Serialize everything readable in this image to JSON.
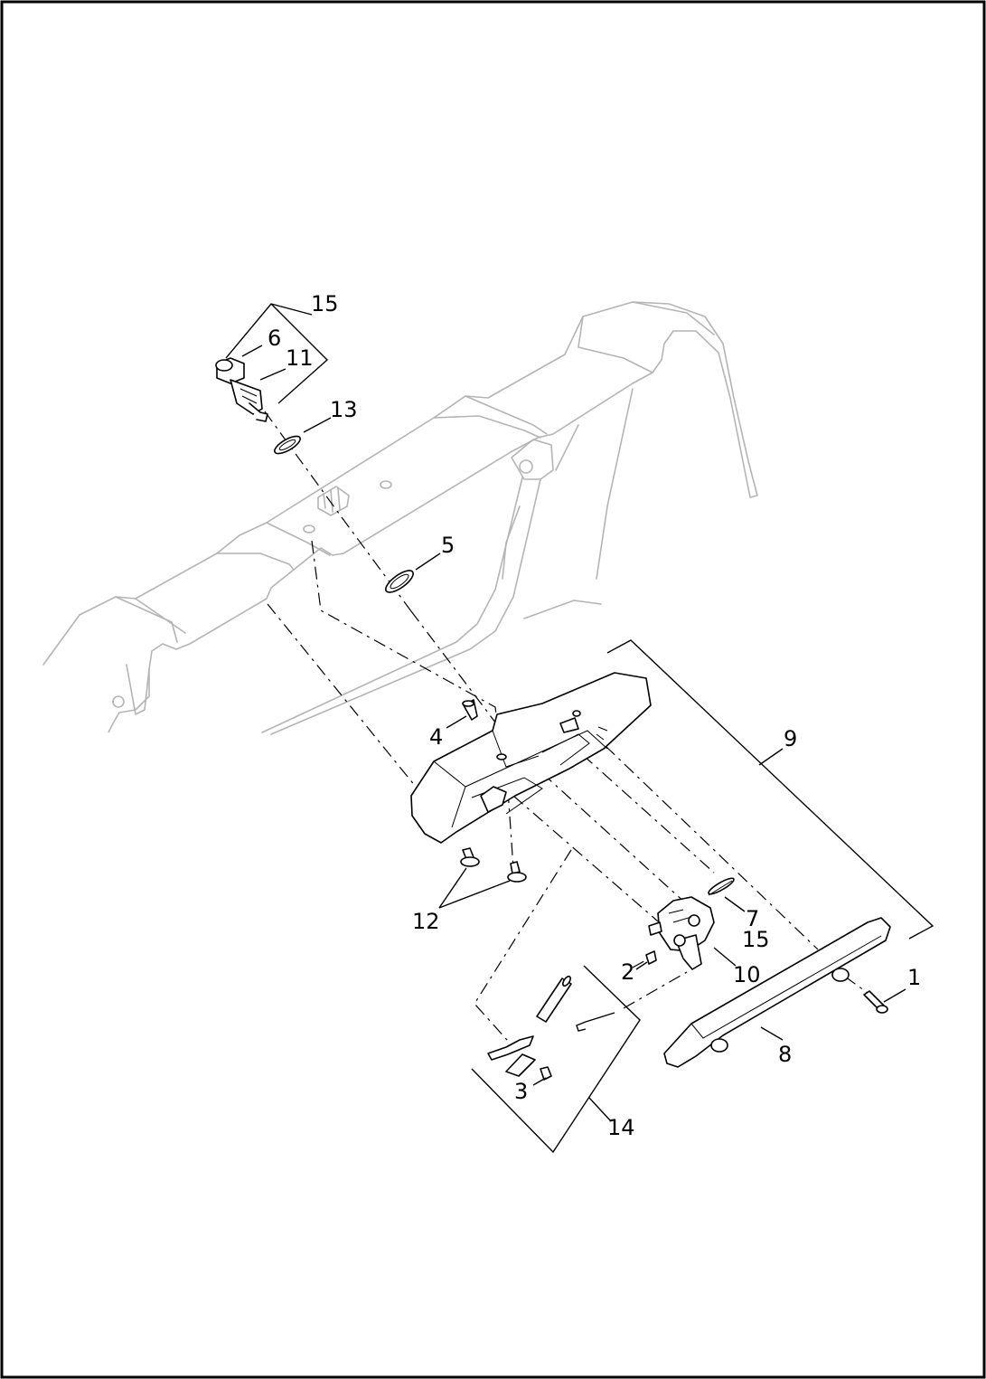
{
  "callouts": {
    "c15a": "15",
    "c6": "6",
    "c11": "11",
    "c13": "13",
    "c5": "5",
    "c4": "4",
    "c9": "9",
    "c12": "12",
    "c7": "7",
    "c15b": "15",
    "c2": "2",
    "c10": "10",
    "c1": "1",
    "c8": "8",
    "c3": "3",
    "c14": "14"
  }
}
